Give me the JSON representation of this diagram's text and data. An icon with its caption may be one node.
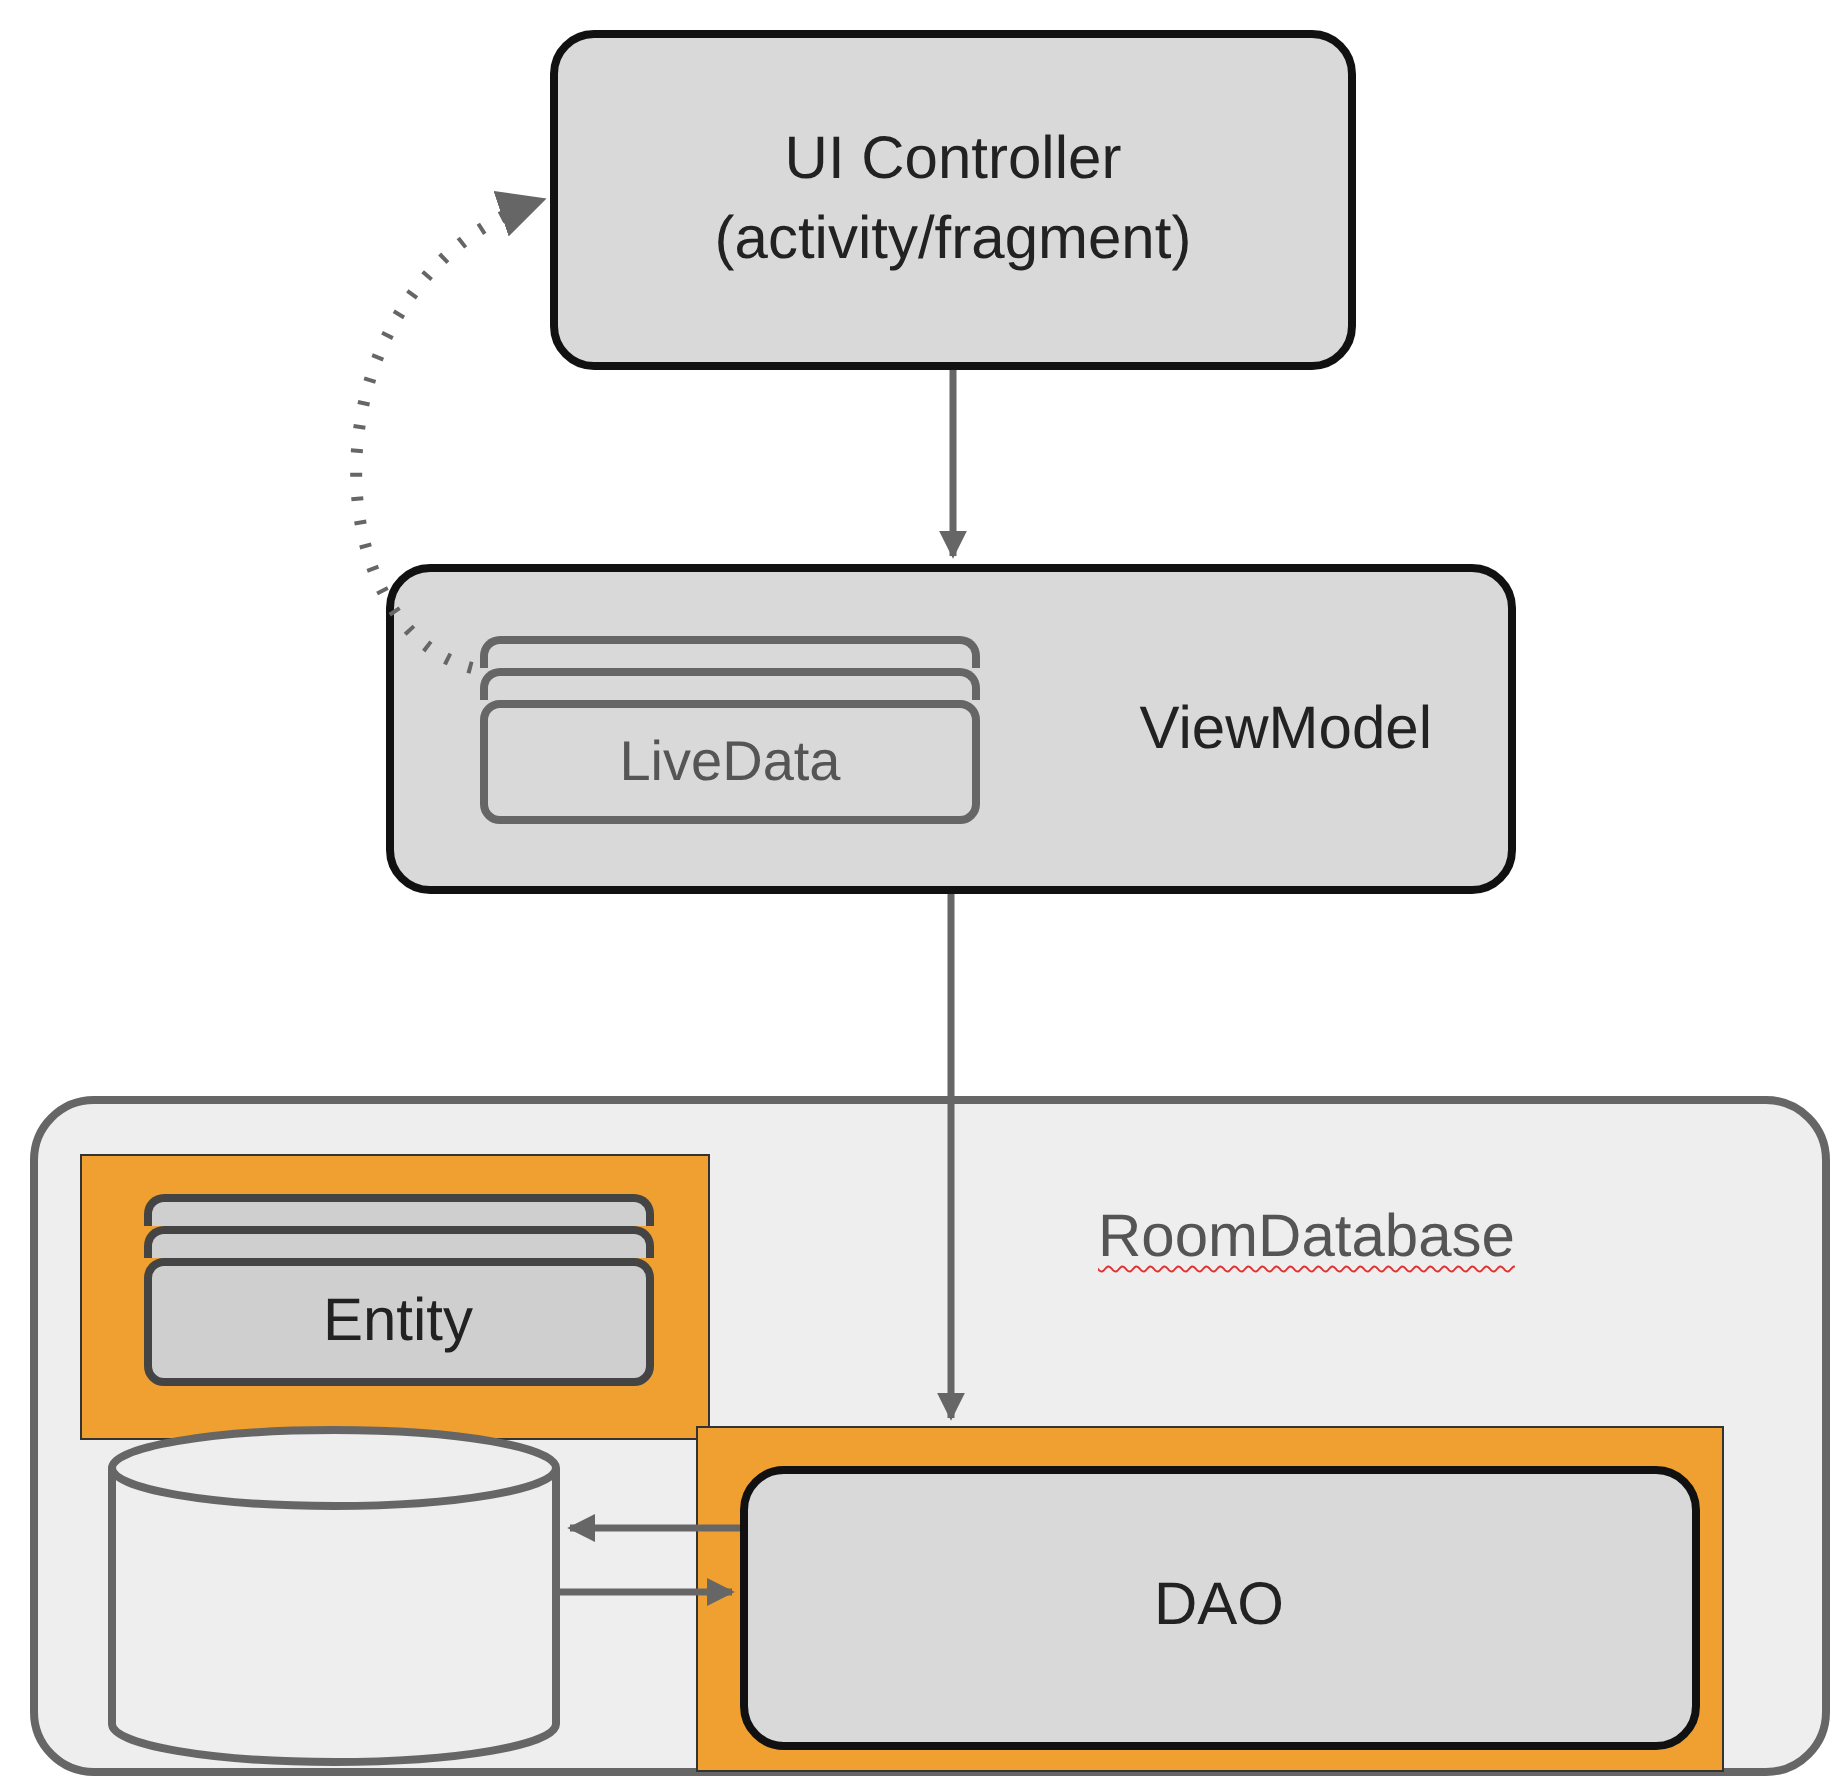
{
  "diagram": {
    "nodes": [
      {
        "text": [
          "UI Controller (activity/fragment)"
        ]
      },
      {
        "text": [
          "ViewModel"
        ]
      },
      {
        "text": [],
        "shape": "box",
        "in": 1
      },
      {
        "text": [],
        "shape": "box",
        "in": 1
      },
      {
        "text": [
          "LiveData"
        ],
        "in": 1
      },
      {
        "text": [
          "RoomDatabase"
        ]
      },
      {
        "text": [],
        "shape": "box",
        "in": 5
      },
      {
        "text": [],
        "shape": "box",
        "in": 6
      },
      {
        "text": [],
        "shape": "box",
        "in": 6
      },
      {
        "text": [
          "Entity"
        ],
        "in": 6
      },
      {
        "text": [],
        "shape": "cylinder",
        "in": 5
      },
      {
        "text": [],
        "shape": "box",
        "in": 5
      },
      {
        "text": [
          "DAO"
        ],
        "in": 11
      }
    ],
    "edges": [
      {
        "from": 0,
        "to": 1,
        "arrow": "to"
      },
      {
        "from": 2,
        "to": 0,
        "arrow": "to",
        "style": "dashed"
      },
      {
        "from": 1,
        "to": 11,
        "arrow": "to"
      },
      {
        "from": 12,
        "to": 10,
        "arrow": "to"
      },
      {
        "from": 10,
        "to": 12,
        "arrow": "to"
      }
    ]
  }
}
